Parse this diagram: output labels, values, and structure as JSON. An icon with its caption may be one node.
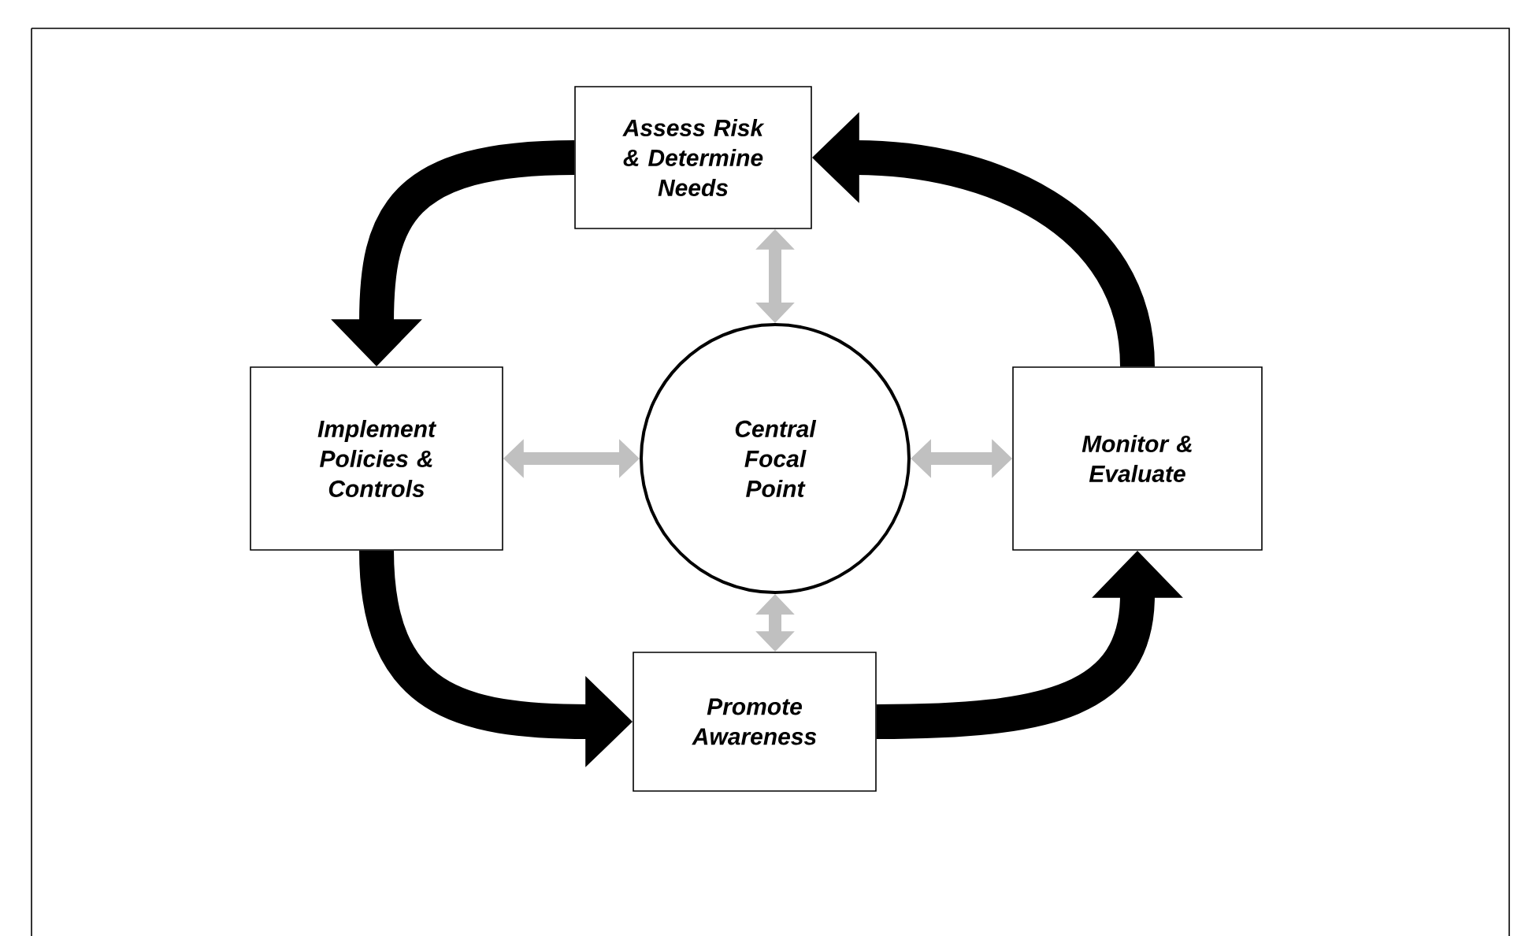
{
  "diagram": {
    "nodes": [
      {
        "text": [
          "Assess Risk & Determine Needs"
        ]
      },
      {
        "text": [
          "Implement Policies & Controls"
        ]
      },
      {
        "text": [
          "Central Focal Point"
        ]
      },
      {
        "text": [
          "Monitor & Evaluate"
        ]
      },
      {
        "text": [
          "Promote Awareness"
        ]
      }
    ],
    "edges": [
      {
        "from": 0,
        "to": 1,
        "arrow": "to",
        "style": "thick"
      },
      {
        "from": 1,
        "to": 4,
        "arrow": "to",
        "style": "thick"
      },
      {
        "from": 4,
        "to": 3,
        "arrow": "to",
        "style": "thick"
      },
      {
        "from": 3,
        "to": 0,
        "arrow": "to",
        "style": "thick"
      },
      {
        "from": 2,
        "to": 0,
        "arrow": "both",
        "color": "#c0c0c0"
      },
      {
        "from": 2,
        "to": 1,
        "arrow": "both",
        "color": "#c0c0c0"
      },
      {
        "from": 2,
        "to": 3,
        "arrow": "both",
        "color": "#c0c0c0"
      },
      {
        "from": 2,
        "to": 4,
        "arrow": "both",
        "color": "#c0c0c0"
      }
    ]
  }
}
